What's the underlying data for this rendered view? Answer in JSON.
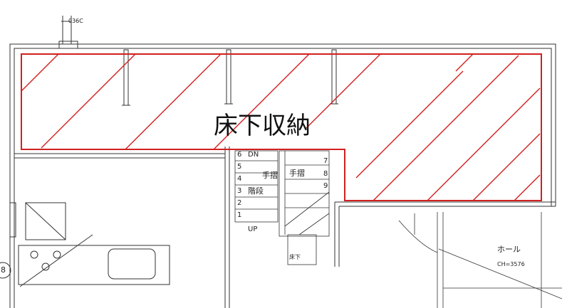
{
  "plan": {
    "main_label": "床下収納",
    "stairs": {
      "steps": [
        "1",
        "2",
        "3",
        "4",
        "5",
        "6",
        "7",
        "8",
        "9"
      ],
      "dn": "DN",
      "up": "UP",
      "kaidan": "階段",
      "tesuri_left": "手摺",
      "tesuri_right": "手摺",
      "yukashita": "床下"
    },
    "hall": {
      "name": "ホール",
      "ceiling": "CH=3576"
    },
    "top_marker": "036C",
    "circle_marker": "8",
    "colors": {
      "hatch": "#d22020",
      "wall": "#333333"
    }
  }
}
